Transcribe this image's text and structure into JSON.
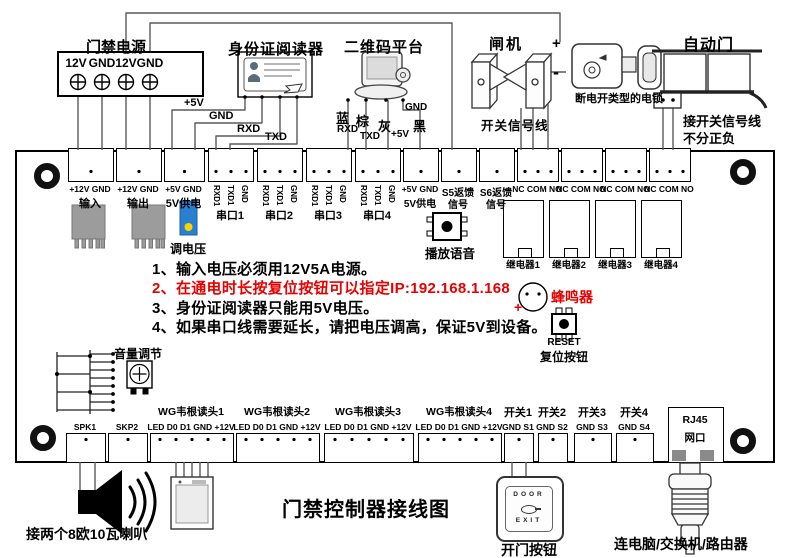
{
  "diagram_title": "门禁控制器接线图",
  "top_devices": {
    "power": {
      "title": "门禁电源",
      "t1": "12V",
      "t2": "GND",
      "t3": "12V",
      "t4": "GND"
    },
    "id_reader": {
      "title": "身份证阅读器",
      "w1": "+5V",
      "w2": "GND",
      "w3": "RXD",
      "w4": "TXD"
    },
    "qr": {
      "title": "二维码平台",
      "c1": "蓝",
      "c2": "棕",
      "c3": "灰",
      "c4": "黑",
      "s1": "RXD",
      "s2": "TXD",
      "s3": "+5V",
      "s4": "GND"
    },
    "gate": {
      "title": "闸机",
      "note": "开关信号线"
    },
    "lock": {
      "plus": "+",
      "minus": "-",
      "label": "断电开类型的电锁"
    },
    "door": {
      "title": "自动门",
      "note1": "接开关信号线",
      "note2": "不分正负"
    }
  },
  "board": {
    "top_blocks": [
      {
        "pins": "+12V GND",
        "name": "输入"
      },
      {
        "pins": "+12V GND",
        "name": "输出"
      },
      {
        "pins": "+5V GND",
        "name": "5V供电"
      },
      {
        "p1": "RXD1",
        "p2": "TXD1",
        "p3": "GND",
        "name": "串口1"
      },
      {
        "p1": "RXD1",
        "p2": "TXD1",
        "p3": "GND",
        "name": "串口2"
      },
      {
        "p1": "RXD1",
        "p2": "TXD1",
        "p3": "GND",
        "name": "串口3"
      },
      {
        "p1": "RXD1",
        "p2": "TXD1",
        "p3": "GND",
        "name": "串口4"
      },
      {
        "pins": "+5V GND",
        "name": "5V供电"
      },
      {
        "pins": "S5返馈",
        "name": "信号"
      },
      {
        "pins": "S6返馈",
        "name": "信号"
      },
      {
        "pins": "NC COM NO"
      },
      {
        "pins": "NC COM NO"
      },
      {
        "pins": "NC COM NO"
      },
      {
        "pins": "NC COM NO"
      }
    ],
    "adjust_voltage": "调电压",
    "play_voice": "播放语音",
    "relays": [
      {
        "label": "继电器1"
      },
      {
        "label": "继电器2"
      },
      {
        "label": "继电器3"
      },
      {
        "label": "继电器4"
      }
    ],
    "notes": [
      {
        "text": "1、输入电压必须用12V5A电源。"
      },
      {
        "text": "2、在通电时长按复位按钮可以指定IP:192.168.1.168"
      },
      {
        "text": "3、身份证阅读器只能用5V电压。"
      },
      {
        "text": "4、如果串口线需要延长，请把电压调高，保证5V到设备。"
      }
    ],
    "buzzer": "蜂鸣器",
    "buzzer_plus": "+",
    "reset_l1": "RESET",
    "reset_l2": "复位按钮",
    "volume": "音量调节",
    "bottom_blocks": [
      {
        "pins": "SPK1"
      },
      {
        "pins": "SKP2"
      },
      {
        "title": "WG韦根读头1",
        "pins": "LED D0 D1 GND +12V"
      },
      {
        "title": "WG韦根读头2",
        "pins": "LED D0 D1 GND +12V"
      },
      {
        "title": "WG韦根读头3",
        "pins": "LED D0 D1 GND +12V"
      },
      {
        "title": "WG韦根读头4",
        "pins": "LED D0 D1 GND +12V"
      },
      {
        "title": "开关1",
        "pins": "GND S1"
      },
      {
        "title": "开关2",
        "pins": "GND S2"
      },
      {
        "title": "开关3",
        "pins": "GND S3"
      },
      {
        "title": "开关4",
        "pins": "GND S4"
      }
    ],
    "rj45_l1": "RJ45",
    "rj45_l2": "网口"
  },
  "bottom_devices": {
    "speaker_label": "接两个8欧10瓦喇叭",
    "exit_button": {
      "face1": "DOOR",
      "face2": "EXIT",
      "label": "开门按钮"
    },
    "network_label": "连电脑/交换机/路由器"
  },
  "colors": {
    "note_red": "#e60000",
    "pot_blue": "#2b7fd0",
    "pot_dot": "#ffd400",
    "connector_gray": "#9c9c9c"
  }
}
